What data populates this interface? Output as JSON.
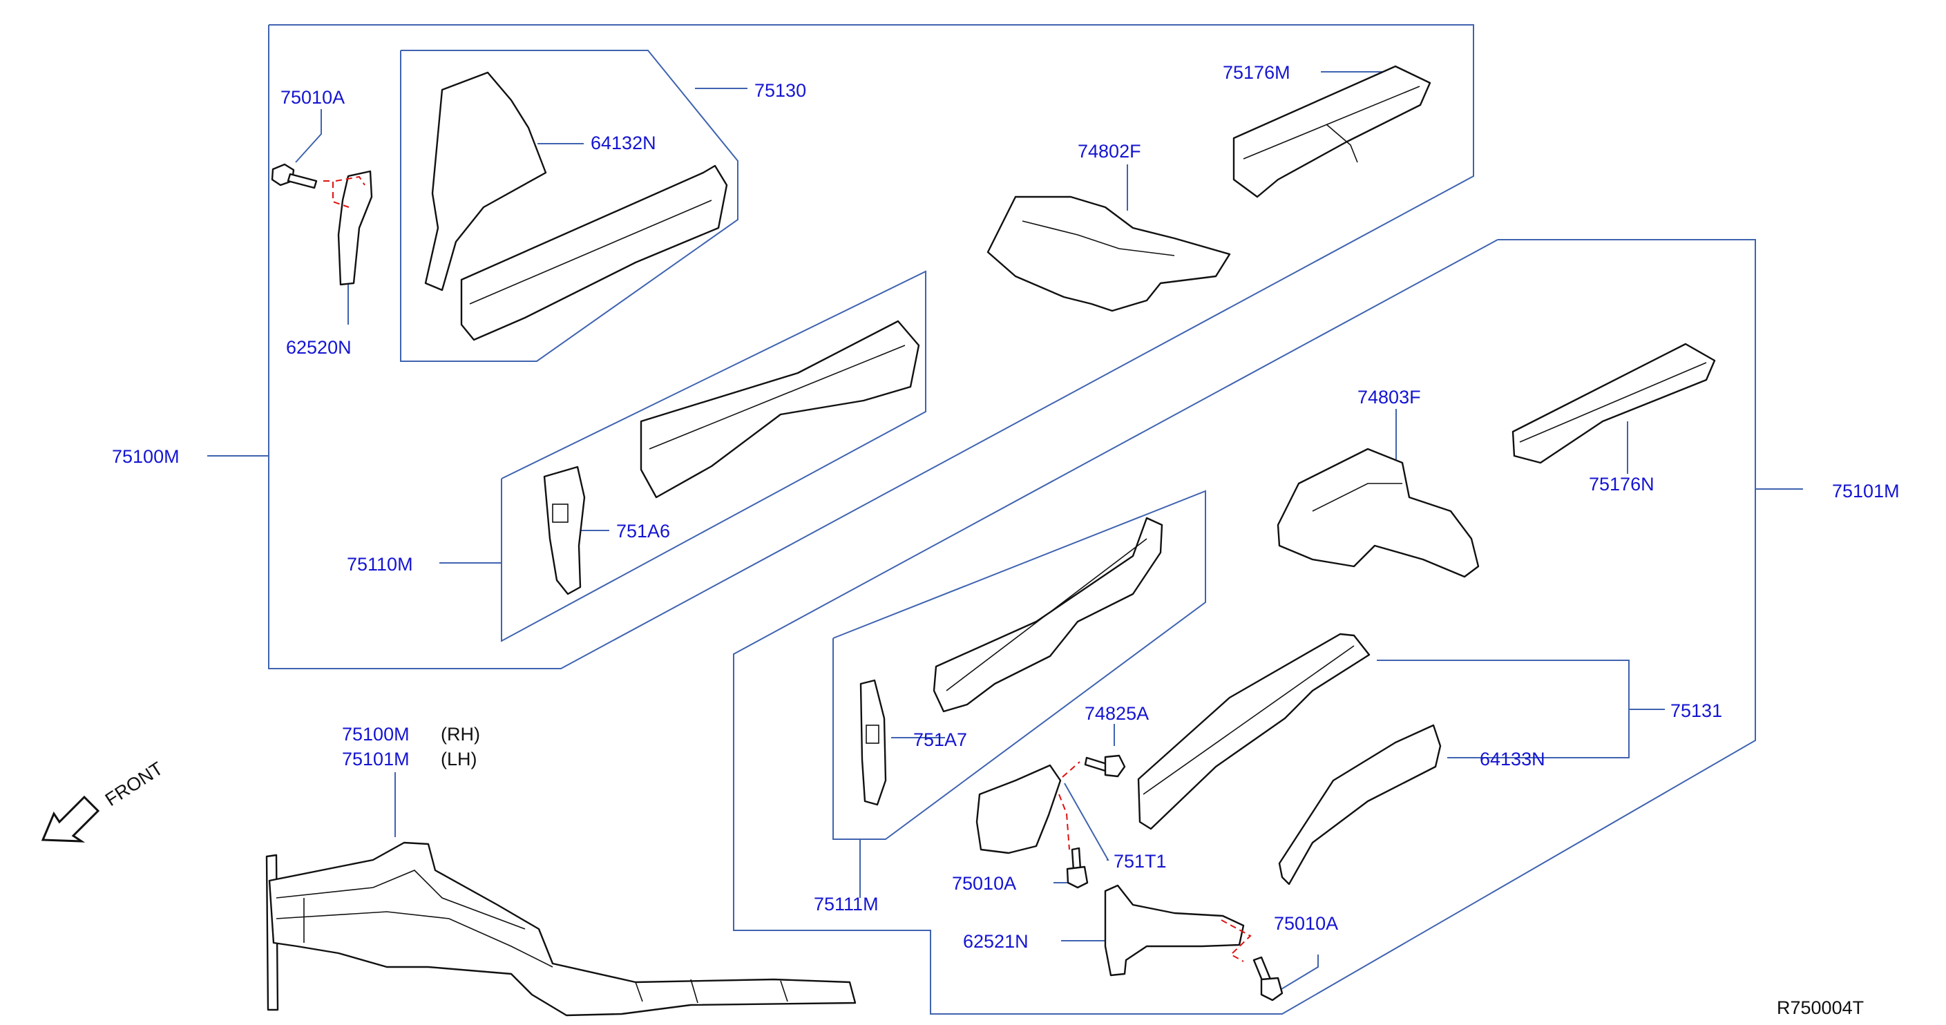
{
  "diagram_id": "R750004T",
  "front_label": "FRONT",
  "colors": {
    "label": "#1414d2",
    "frame": "#3f63b0",
    "line_art": "#111111",
    "dashed_indicator": "#e01010"
  },
  "callouts": {
    "p75010A_a": "75010A",
    "p62520N": "62520N",
    "p75130": "75130",
    "p64132N": "64132N",
    "p75176M": "75176M",
    "p74802F": "74802F",
    "p75100M": "75100M",
    "p751A6": "751A6",
    "p75110M": "75110M",
    "p74803F": "74803F",
    "p75176N": "75176N",
    "p75101M": "75101M",
    "p751A7": "751A7",
    "p74825A": "74825A",
    "p75131": "75131",
    "p64133N": "64133N",
    "p751T1": "751T1",
    "p75010A_b": "75010A",
    "p75111M": "75111M",
    "p62521N": "62521N",
    "p75010A_c": "75010A"
  },
  "legend": {
    "rh_part": "75100M",
    "rh_side": "(RH)",
    "lh_part": "75101M",
    "lh_side": "(LH)"
  }
}
